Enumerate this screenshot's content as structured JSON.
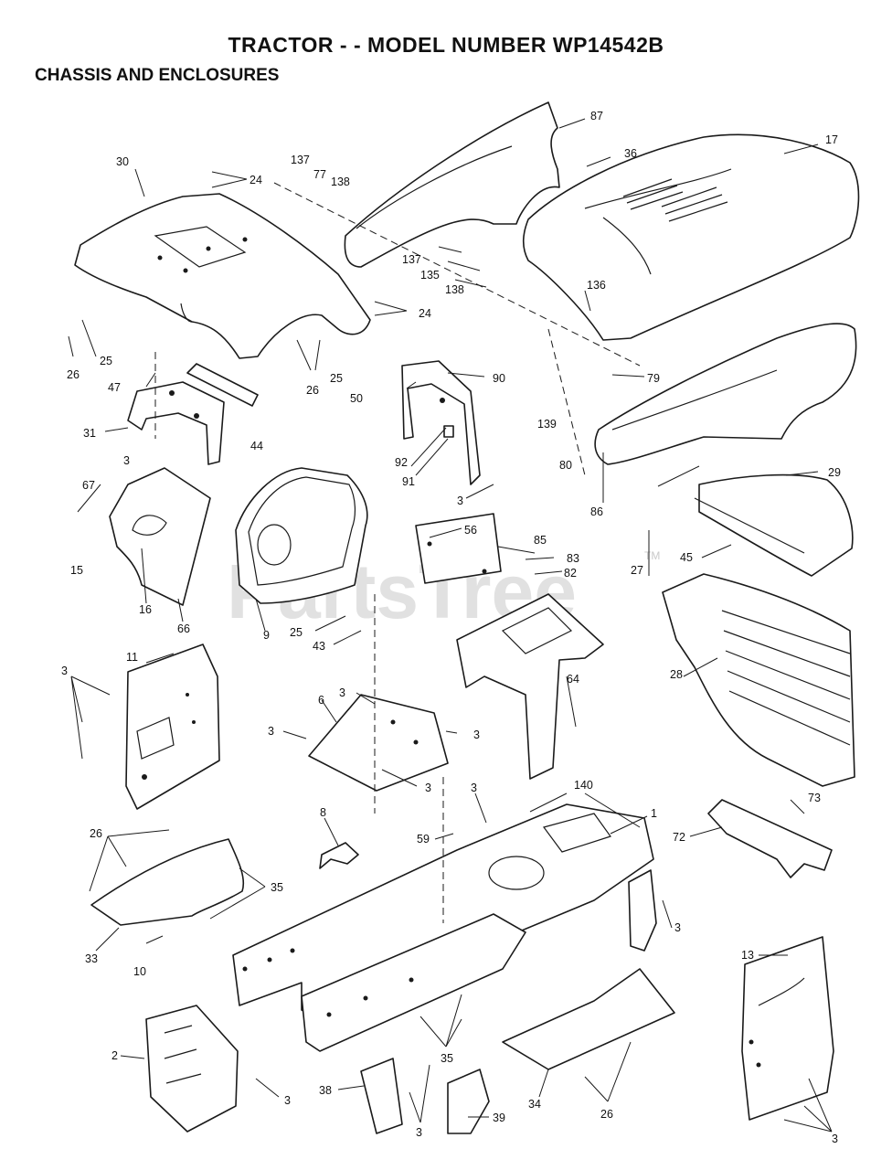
{
  "header": {
    "title": "TRACTOR - - MODEL NUMBER WP14542B",
    "subtitle": "CHASSIS AND ENCLOSURES"
  },
  "watermark": {
    "text": "PartsTree",
    "tm": "TM"
  },
  "labels": {
    "l87": "87",
    "l36": "36",
    "l17": "17",
    "l30": "30",
    "l24a": "24",
    "l137a": "137",
    "l77": "77",
    "l138a": "138",
    "l137b": "137",
    "l135": "135",
    "l138b": "138",
    "l136": "136",
    "l24b": "24",
    "l26a": "26",
    "l25a": "25",
    "l26b": "26",
    "l25b": "25",
    "l47": "47",
    "l31": "31",
    "l44": "44",
    "l3a": "3",
    "l50": "50",
    "l90": "90",
    "l92": "92",
    "l91": "91",
    "l3b": "3",
    "l139": "139",
    "l79": "79",
    "l80": "80",
    "l86": "86",
    "l29": "29",
    "l67": "67",
    "l15": "15",
    "l16": "16",
    "l66": "66",
    "l9": "9",
    "l25c": "25",
    "l43": "43",
    "l56": "56",
    "l85": "85",
    "l83": "83",
    "l82": "82",
    "l27": "27",
    "l45": "45",
    "l11": "11",
    "l3c": "3",
    "l64": "64",
    "l28": "28",
    "l6": "6",
    "l3d": "3",
    "l3e": "3",
    "l3f": "3",
    "l3g": "3",
    "l3h": "3",
    "l140": "140",
    "l1": "1",
    "l8": "8",
    "l59": "59",
    "l73": "73",
    "l72": "72",
    "l26c": "26",
    "l35a": "35",
    "l33": "33",
    "l10": "10",
    "l13": "13",
    "l3i": "3",
    "l2": "2",
    "l3j": "3",
    "l35b": "35",
    "l38": "38",
    "l3k": "3",
    "l39": "39",
    "l34": "34",
    "l26d": "26",
    "l3l": "3"
  }
}
